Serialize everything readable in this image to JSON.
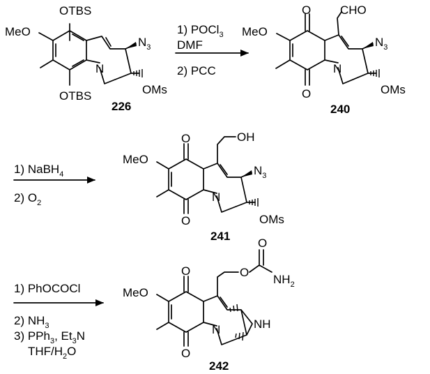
{
  "compounds": {
    "c226": {
      "id": "226",
      "groups": {
        "otbs_top": "OTBS",
        "otbs_bottom": "OTBS",
        "meo": "MeO",
        "n": "N",
        "n3": "N",
        "n3_sub": "3",
        "oms": "OMs"
      }
    },
    "c240": {
      "id": "240",
      "groups": {
        "cho": "CHO",
        "meo": "MeO",
        "o_top": "O",
        "o_bottom": "O",
        "n": "N",
        "n3": "N",
        "n3_sub": "3",
        "oms": "OMs"
      }
    },
    "c241": {
      "id": "241",
      "groups": {
        "oh": "OH",
        "meo": "MeO",
        "o_top": "O",
        "o_bottom": "O",
        "n": "N",
        "n3": "N",
        "n3_sub": "3",
        "oms": "OMs"
      }
    },
    "c242": {
      "id": "242",
      "groups": {
        "o_carbonyl": "O",
        "o_ester": "O",
        "nh2": "NH",
        "nh2_sub": "2",
        "meo": "MeO",
        "o_top": "O",
        "o_bottom": "O",
        "n": "N",
        "nh": "NH"
      }
    }
  },
  "reactions": {
    "step1": {
      "line1_a": "1) POCl",
      "line1_sub": "3",
      "line2": "DMF",
      "line3": "2) PCC"
    },
    "step2": {
      "line1_a": "1) NaBH",
      "line1_sub": "4",
      "line2_a": "2) O",
      "line2_sub": "2"
    },
    "step3": {
      "line1": "1) PhOCOCl",
      "line2_a": "2) NH",
      "line2_sub": "3",
      "line3_a": "3) PPh",
      "line3_sub1": "3",
      "line3_b": ", Et",
      "line3_sub2": "3",
      "line3_c": "N",
      "line4": "THF/H",
      "line4_sub": "2",
      "line4_b": "O"
    }
  }
}
